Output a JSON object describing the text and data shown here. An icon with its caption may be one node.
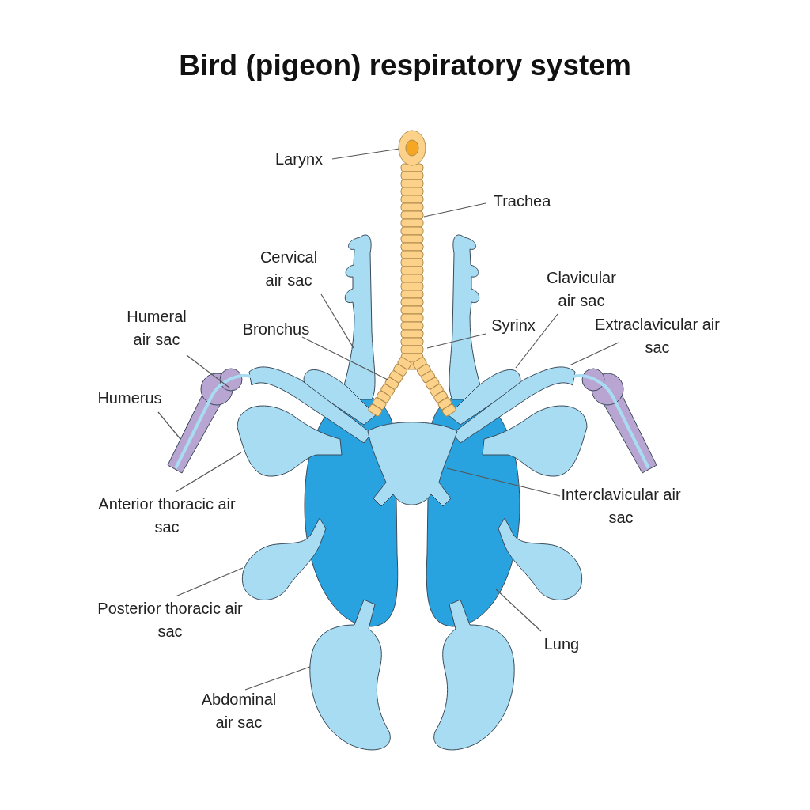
{
  "diagram": {
    "title": "Bird (pigeon) respiratory system",
    "nodes": [
      {
        "text": [
          "Larynx"
        ]
      },
      {
        "text": [
          "Trachea"
        ]
      },
      {
        "text": [
          "Cervical air sac"
        ]
      },
      {
        "text": [
          "Clavicular air sac"
        ]
      },
      {
        "text": [
          "Humeral air sac"
        ]
      },
      {
        "text": [
          "Bronchus"
        ]
      },
      {
        "text": [
          "Syrinx"
        ]
      },
      {
        "text": [
          "Extraclavicular air sac"
        ]
      },
      {
        "text": [
          "Humerus"
        ]
      },
      {
        "text": [
          "Anterior thoracic air sac"
        ]
      },
      {
        "text": [
          "Interclavicular air sac"
        ]
      },
      {
        "text": [
          "Posterior thoracic air sac"
        ]
      },
      {
        "text": [
          "Lung"
        ]
      },
      {
        "text": [
          "Abdominal air sac"
        ]
      }
    ],
    "edges": [
      {
        "from": 0,
        "to": null,
        "arrow": "none"
      },
      {
        "from": 1,
        "to": null,
        "arrow": "none"
      },
      {
        "from": 2,
        "to": null,
        "arrow": "none"
      },
      {
        "from": 3,
        "to": null,
        "arrow": "none"
      },
      {
        "from": 4,
        "to": null,
        "arrow": "none"
      },
      {
        "from": 5,
        "to": null,
        "arrow": "none"
      },
      {
        "from": 6,
        "to": null,
        "arrow": "none"
      },
      {
        "from": 7,
        "to": null,
        "arrow": "none"
      },
      {
        "from": 8,
        "to": null,
        "arrow": "none"
      },
      {
        "from": 9,
        "to": null,
        "arrow": "none"
      },
      {
        "from": 10,
        "to": null,
        "arrow": "none"
      },
      {
        "from": 11,
        "to": null,
        "arrow": "none"
      },
      {
        "from": 12,
        "to": null,
        "arrow": "none"
      },
      {
        "from": 13,
        "to": null,
        "arrow": "none"
      }
    ]
  }
}
